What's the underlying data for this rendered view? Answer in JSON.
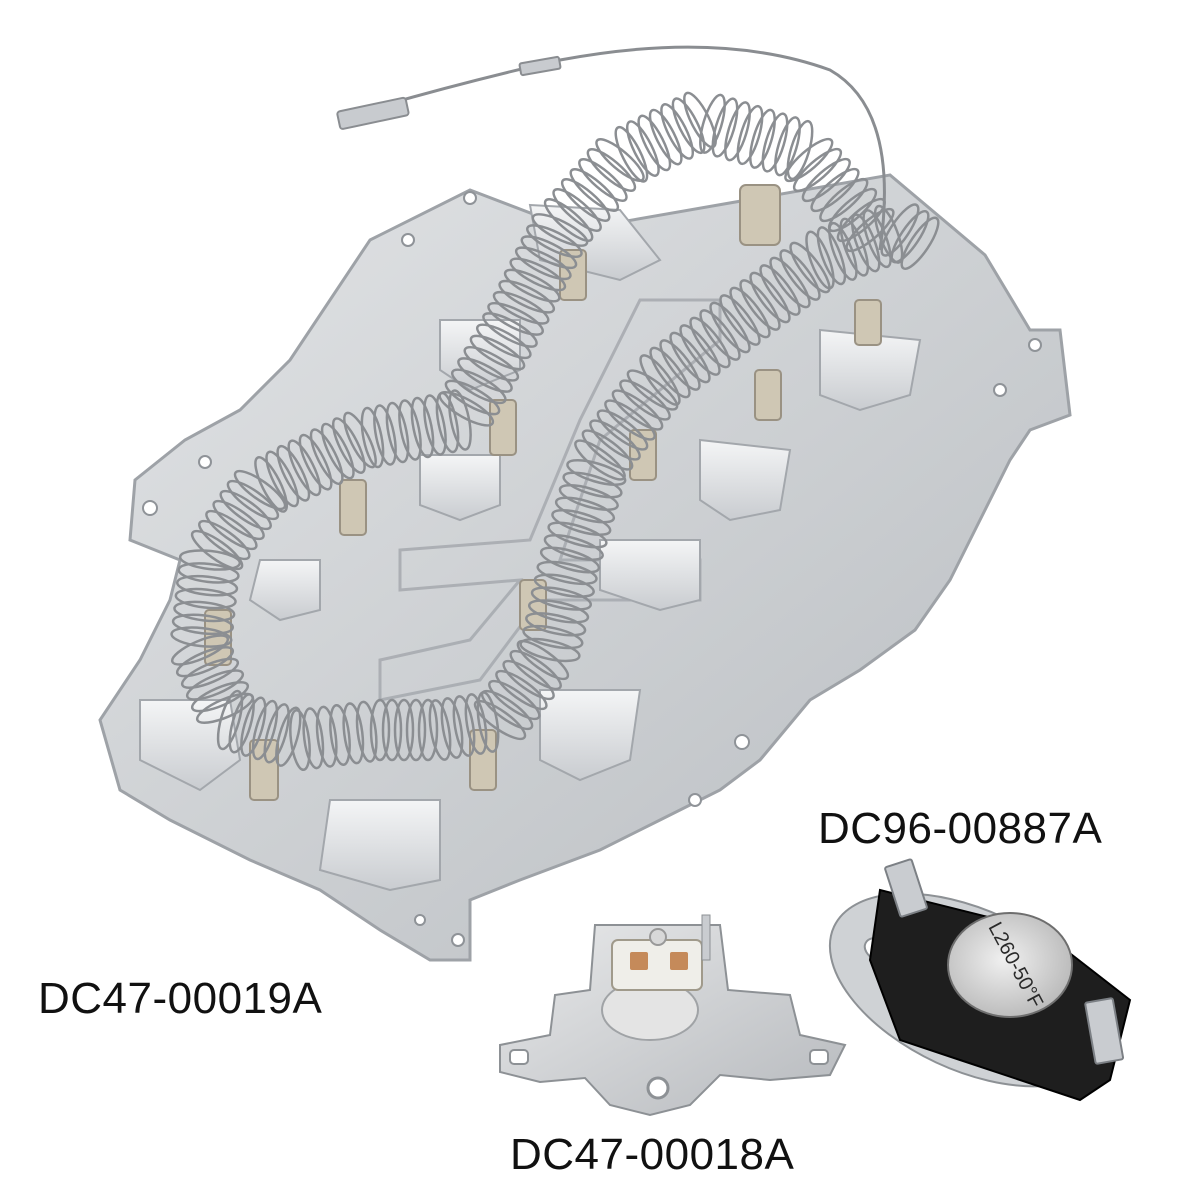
{
  "labels": {
    "heater": "DC47-00019A",
    "thermal_fuse": "DC47-00018A",
    "thermostat": "DC96-00887A"
  },
  "thermostat_marking": "L260-50°F",
  "colors": {
    "background": "#ffffff",
    "plate": "#d3d5d8",
    "plate_edge": "#9ea2a7",
    "coil": "#8b8e92",
    "ceramic": "#cfc7b4",
    "thermostat_body": "#1e1e1e",
    "label_text": "#111111"
  }
}
